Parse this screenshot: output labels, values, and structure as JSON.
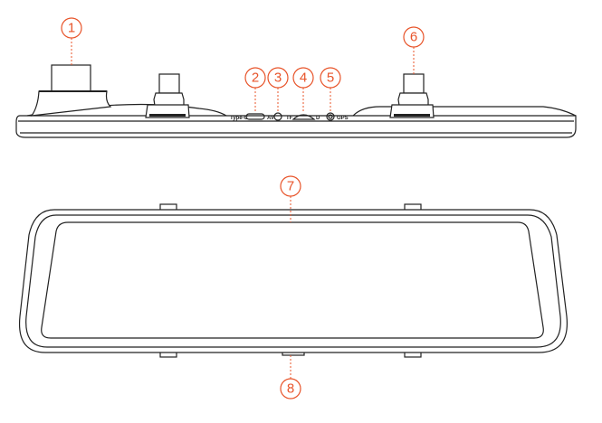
{
  "port_labels": {
    "type_c": "Type-C",
    "av": "AV",
    "tf": "TF",
    "gps": "GPS"
  },
  "callouts": [
    "1",
    "2",
    "3",
    "4",
    "5",
    "6",
    "7",
    "8"
  ],
  "colors": {
    "callout": "#e8542a",
    "outline": "#222222"
  }
}
